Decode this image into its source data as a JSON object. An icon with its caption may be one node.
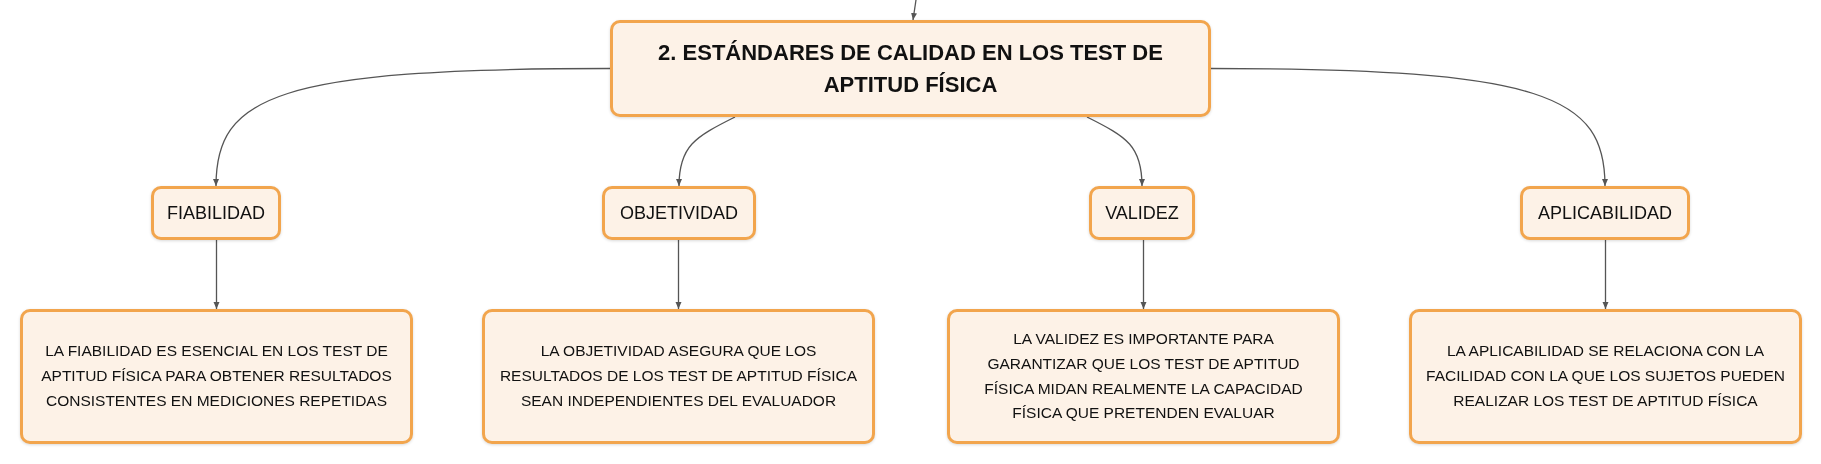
{
  "diagram": {
    "nodes": [
      {
        "text": [
          "2. ESTÁNDARES DE CALIDAD EN LOS TEST DE APTITUD FÍSICA"
        ]
      },
      {
        "text": [
          "FIABILIDAD"
        ]
      },
      {
        "text": [
          "OBJETIVIDAD"
        ]
      },
      {
        "text": [
          "VALIDEZ"
        ]
      },
      {
        "text": [
          "APLICABILIDAD"
        ]
      },
      {
        "text": [
          "LA FIABILIDAD ES ESENCIAL EN LOS TEST DE APTITUD FÍSICA PARA OBTENER RESULTADOS CONSISTENTES EN MEDICIONES REPETIDAS"
        ]
      },
      {
        "text": [
          "LA OBJETIVIDAD ASEGURA QUE LOS RESULTADOS DE LOS TEST DE APTITUD FÍSICA SEAN INDEPENDIENTES DEL EVALUADOR"
        ]
      },
      {
        "text": [
          "LA VALIDEZ ES IMPORTANTE PARA GARANTIZAR QUE LOS TEST DE APTITUD FÍSICA MIDAN REALMENTE LA CAPACIDAD FÍSICA QUE PRETENDEN EVALUAR"
        ]
      },
      {
        "text": [
          "LA APLICABILIDAD SE RELACIONA CON LA FACILIDAD CON LA QUE LOS SUJETOS PUEDEN REALIZAR LOS TEST DE APTITUD FÍSICA"
        ]
      }
    ],
    "edges": [
      {
        "from": null,
        "to": 0,
        "arrow": "to"
      },
      {
        "from": 0,
        "to": 1,
        "arrow": "to"
      },
      {
        "from": 0,
        "to": 2,
        "arrow": "to"
      },
      {
        "from": 0,
        "to": 3,
        "arrow": "to"
      },
      {
        "from": 0,
        "to": 4,
        "arrow": "to"
      },
      {
        "from": 1,
        "to": 5,
        "arrow": "to"
      },
      {
        "from": 2,
        "to": 6,
        "arrow": "to"
      },
      {
        "from": 3,
        "to": 7,
        "arrow": "to"
      },
      {
        "from": 4,
        "to": 8,
        "arrow": "to"
      }
    ]
  }
}
